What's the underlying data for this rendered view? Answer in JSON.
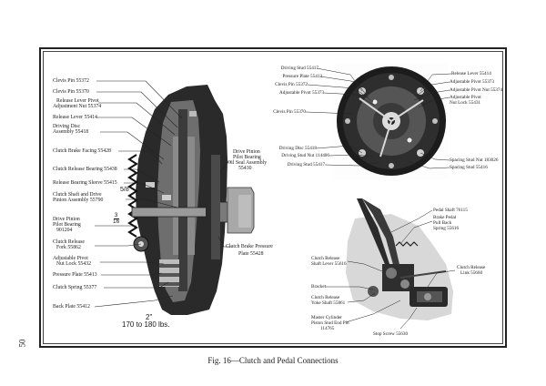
{
  "caption": "Fig. 16—Clutch and Pedal Connections",
  "page_number": "50",
  "left_labels": [
    "Clevis Pin 55372",
    "Clevis Pin 55370",
    "Release Lever Pivot",
    "Adjustment Nut 55374",
    "Release Lever 55414",
    "Driving Disc",
    "Assembly 55418",
    "Clutch Brake Facing 55428",
    "Clutch Release Bearing 55438",
    "Release Bearing Sleeve 55415",
    "Clutch Shaft and Drive",
    "Pinion Assembly 55790",
    "Drive Pinion",
    "Pilot Bearing",
    "901204",
    "Clutch Release",
    "Fork 55862",
    "Adjustable Pivot",
    "Nut Lock 55432",
    "Pressure Plate 55413",
    "Clutch Spring 55377",
    "Back Plate 55412"
  ],
  "center_labels": [
    "Drive Pinion",
    "Pilot Bearing",
    "Oil Seal Assembly",
    "55430",
    "Clutch Brake Pressure",
    "Plate 55428"
  ],
  "dimensions": {
    "a": "5/8",
    "b_num": "3",
    "b_den": "16",
    "c": "2\"",
    "pressure": "170 to 180 lbs."
  },
  "top_right_left_labels": [
    "Driving Stud 55417",
    "Pressure Plate 55413",
    "Clevis Pin 55372",
    "Adjustable Pivot 55373",
    "Clevis Pin 55370",
    "Driving Disc 55418",
    "Driving Stud Nut 114406",
    "Driving Stud 55417"
  ],
  "top_right_right_labels": [
    "Release Lever 55414",
    "Adjustable Pivot 55373",
    "Adjustable Pivot Nut 55374",
    "Adjustable Pivot",
    "Nut Lock 55431",
    "Spacing Stud Nut 183026",
    "Spacing Stud 55416"
  ],
  "bottom_right_labels": [
    "Pedal Shaft 76115",
    "Brake Pedal",
    "Pull Back",
    "Spring 55616",
    "Clutch Release",
    "Shaft Lever 55616",
    "Clutch Release",
    "Link 55660",
    "Bracket",
    "Clutch Release",
    "Yoke Shaft 55861",
    "Master Cylinder",
    "Piston Stud End Pin",
    "114765",
    "Stop Screw 55630"
  ]
}
